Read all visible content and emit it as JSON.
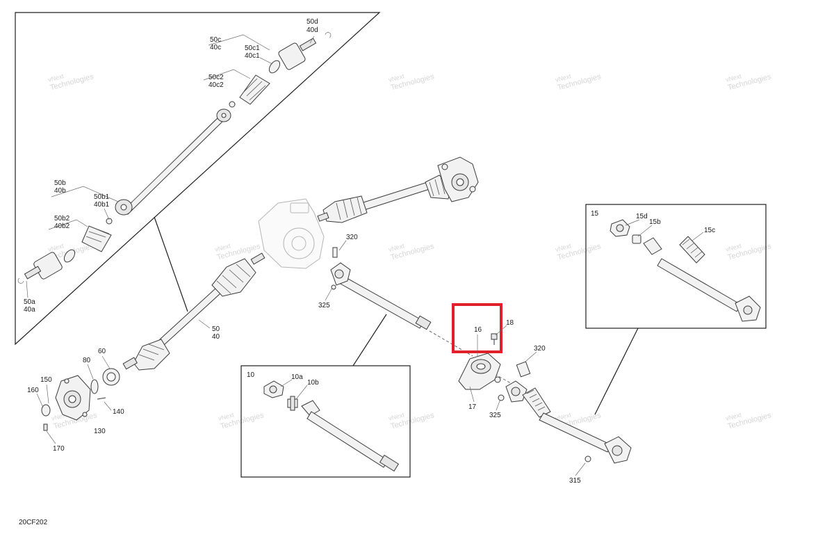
{
  "diagram_code": "20CF202",
  "watermark": {
    "line1": "vNext",
    "line2": "Technologies",
    "text": "vNext Technologies"
  },
  "callouts": {
    "c50d": "50d",
    "c40d": "40d",
    "c50c": "50c",
    "c40c": "40c",
    "c50c1": "50c1",
    "c40c1": "40c1",
    "c50c2": "50c2",
    "c40c2": "40c2",
    "c50b": "50b",
    "c40b": "40b",
    "c50b1": "50b1",
    "c40b1": "40b1",
    "c50b2": "50b2",
    "c40b2": "40b2",
    "c50a": "50a",
    "c40a": "40a",
    "c50": "50",
    "c40": "40",
    "c60": "60",
    "c80": "80",
    "c150": "150",
    "c160": "160",
    "c140": "140",
    "c130": "130",
    "c170": "170",
    "c320a": "320",
    "c325a": "325",
    "c16": "16",
    "c18": "18",
    "c17": "17",
    "c320b": "320",
    "c325b": "325",
    "c315": "315",
    "c10a": "10a",
    "c10b": "10b",
    "c15d": "15d",
    "c15b": "15b",
    "c15c": "15c"
  },
  "detail_boxes": {
    "box10": "10",
    "box15": "15"
  },
  "highlight": {
    "part": "16",
    "color": "#e0202a"
  }
}
